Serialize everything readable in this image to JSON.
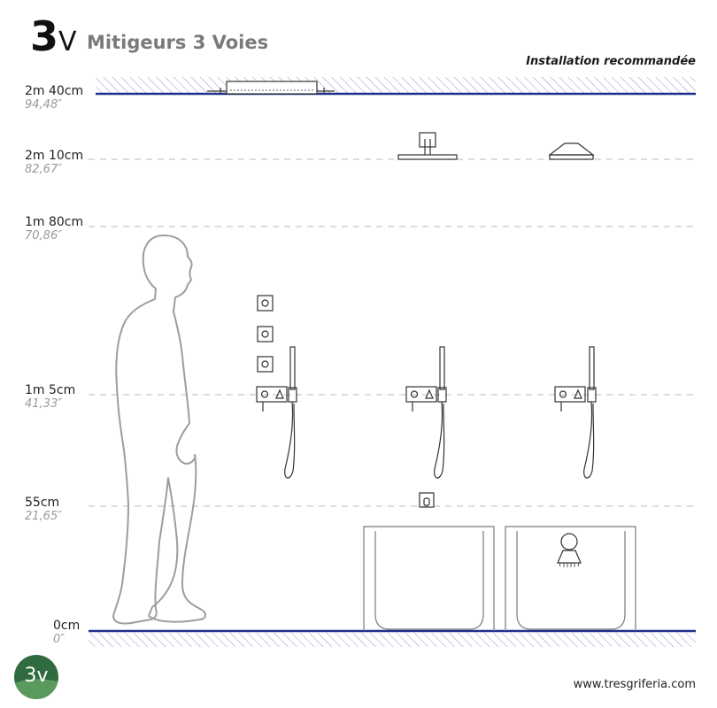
{
  "header": {
    "brand_main": "3",
    "brand_sub": "V",
    "title": "Mitigeurs 3 Voies",
    "install_note": "Installation recommandée"
  },
  "levels": [
    {
      "cm": "2m 40cm",
      "inch": "94,48″"
    },
    {
      "cm": "2m 10cm",
      "inch": "82,67″"
    },
    {
      "cm": "1m 80cm",
      "inch": "70,86″"
    },
    {
      "cm": "1m 5cm",
      "inch": "41,33″"
    },
    {
      "cm": "55cm",
      "inch": "21,65″"
    },
    {
      "cm": "0cm",
      "inch": "0″"
    }
  ],
  "footer": {
    "logo_text": "3v",
    "url": "www.tresgriferia.com"
  },
  "colors": {
    "line_blue": "#1f2f8a",
    "hatch": "#8f9bc2",
    "dash": "#c8c8c8",
    "figure": "#9d9d9d",
    "fixture": "#333333",
    "brand_green": "#2f6b3f"
  }
}
